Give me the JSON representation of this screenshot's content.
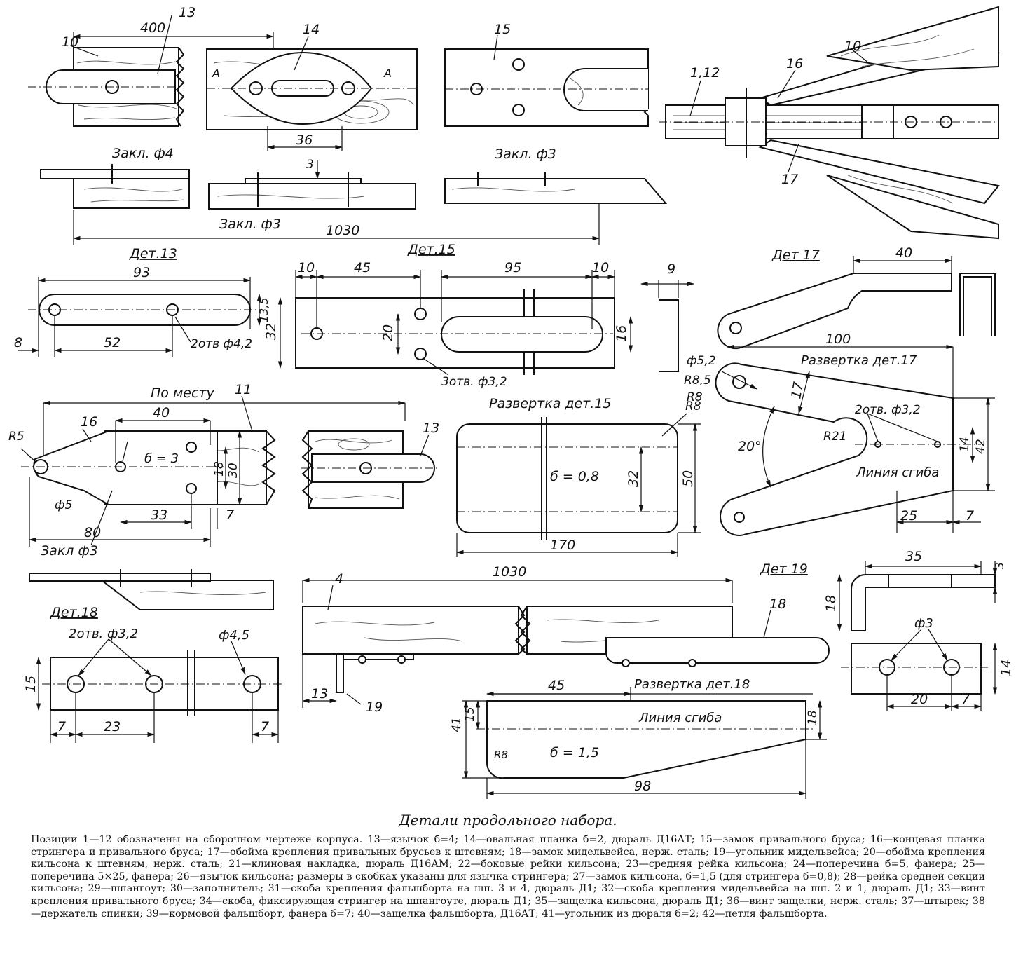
{
  "labels": {
    "det13": "Дет.13",
    "det15": "Дет.15",
    "det17": "Дет 17",
    "det18": "Дет.18",
    "det19": "Дет 19",
    "razv15": "Развертка дет.15",
    "razv17": "Развертка дет.17",
    "razv18": "Развертка дет.18",
    "po_mestu": "По месту",
    "liniya_sgiba": "Линия сгиба",
    "zakl4": "Закл. ф4",
    "zakl3a": "Закл. ф3",
    "zakl3b": "Закл. ф3",
    "zakl3c": "Закл ф3",
    "otv42": "2отв ф4,2",
    "otv32_3": "3отв. ф3,2",
    "otv32_2a": "2отв. ф3,2",
    "otv32_2b": "2отв. ф3,2",
    "d45": "ф4,5",
    "d3": "ф3",
    "d5": "ф5",
    "d52": "ф5,2",
    "r5": "R5",
    "r8a": "R8",
    "r8b": "R8",
    "r85": "R8,5",
    "r21": "R21",
    "s3": "б = 3",
    "s08": "б = 0,8",
    "s15": "б = 1,5",
    "angle20": "20°"
  },
  "parts": {
    "p10a": "10",
    "p13a": "13",
    "p14": "14",
    "p15": "15",
    "p112": "1,12",
    "p16a": "16",
    "p10b": "10",
    "p17": "17",
    "p11": "11",
    "p16b": "16",
    "p13b": "13",
    "p4": "4",
    "p18": "18",
    "p19": "19"
  },
  "dims": {
    "d400": "400",
    "d36": "36",
    "d3": "3",
    "d1030a": "1030",
    "d93": "93",
    "d8": "8",
    "d52": "52",
    "d135": "13,5",
    "d10a": "10",
    "d45a": "45",
    "d95": "95",
    "d10b": "10",
    "d32a": "32",
    "d20a": "20",
    "d16": "16",
    "d9": "9",
    "d40a": "40",
    "d100": "100",
    "d17": "17",
    "d14a": "14",
    "d42": "42",
    "d25": "25",
    "d7a": "7",
    "d40b": "40",
    "d18a": "18",
    "d30": "30",
    "d33": "33",
    "d7b": "7",
    "d80": "80",
    "d32b": "32",
    "d50": "50",
    "d170": "170",
    "d1030b": "1030",
    "d15a": "15",
    "d7c": "7",
    "d23": "23",
    "d7d": "7",
    "d13": "13",
    "d35": "35",
    "d3b": "3",
    "d18b": "18",
    "d14b": "14",
    "d20b": "20",
    "d7e": "7",
    "d45b": "45",
    "d15b": "15",
    "d41": "41",
    "d18c": "18",
    "d98": "98",
    "dA1": "A",
    "dA2": "A"
  },
  "caption": {
    "title": "Детали продольного набора.",
    "text": "Позиции 1—12 обозначены на сборочном чертеже корпуса. 13—язычок б=4; 14—овальная планка б=2, дюраль Д16АТ; 15—замок привального бруса; 16—концевая планка стрингера и привального бруса; 17—обойма крепления привальных брусьев к штевням; 18—замок мидельвейса, нерж. сталь; 19—угольник мидельвейса; 20—обойма крепления кильсона к штевням, нерж. сталь; 21—клиновая накладка, дюраль Д16АМ; 22—боковые рейки кильсона; 23—средняя рейка кильсона; 24—поперечина б=5, фанера; 25—поперечина 5×25, фанера; 26—язычок кильсона; размеры в скобках указаны для язычка стрингера; 27—замок кильсона, б=1,5 (для стрингера б=0,8); 28—рейка средней секции кильсона; 29—шпангоут; 30—заполнитель; 31—скоба крепления фальшборта на шп. 3 и 4, дюраль Д1; 32—скоба крепления мидельвейса на шп. 2 и 1, дюраль Д1; 33—винт крепления привального бруса; 34—скоба, фиксирующая стрингер на шпангоуте, дюраль Д1; 35—защелка кильсона, дюраль Д1; 36—винт защелки, нерж. сталь; 37—штырек; 38—держатель спинки; 39—кормовой фальшборт, фанера б=7; 40—защелка фальшборта, Д16АТ; 41—угольник из дюраля б=2; 42—петля фальшборта."
  }
}
